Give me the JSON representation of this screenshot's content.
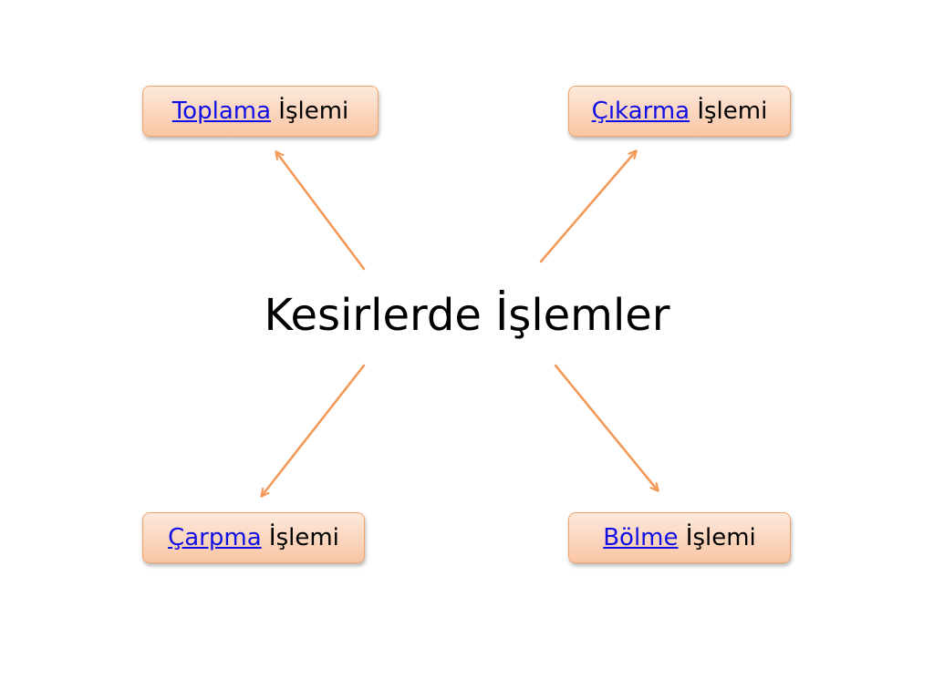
{
  "title": "Kesirlerde İşlemler",
  "colors": {
    "arrow": "#f39a5a",
    "box_border": "#f2a46c",
    "box_fill_top": "#fde9dc",
    "box_fill_bottom": "#f9c6a4",
    "link": "#1010e6",
    "text": "#000000"
  },
  "operations": [
    {
      "link": "Toplama",
      "suffix": "İşlemi"
    },
    {
      "link": "Çıkarma",
      "suffix": "İşlemi"
    },
    {
      "link": "Çarpma",
      "suffix": "İşlemi"
    },
    {
      "link": "Bölme",
      "suffix": "İşlemi"
    }
  ]
}
